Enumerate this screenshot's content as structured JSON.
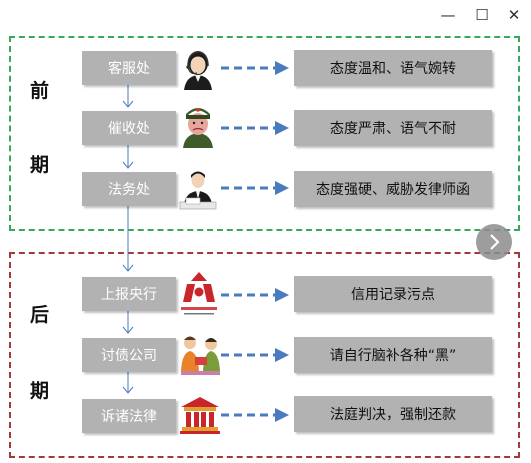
{
  "window": {
    "minimize_glyph": "—",
    "maximize_glyph": "☐",
    "close_glyph": "✕"
  },
  "phases": {
    "early": [
      "前",
      "期"
    ],
    "late": [
      "后",
      "期"
    ]
  },
  "rows": [
    {
      "stage": "客服处",
      "result": "态度温和、语气婉转",
      "icon": "customer-service-agent-icon"
    },
    {
      "stage": "催收处",
      "result": "态度严肃、语气不耐",
      "icon": "collector-icon"
    },
    {
      "stage": "法务处",
      "result": "态度强硬、威胁发律师函",
      "icon": "legal-officer-icon"
    },
    {
      "stage": "上报央行",
      "result": "信用记录污点",
      "icon": "central-bank-logo-icon"
    },
    {
      "stage": "讨债公司",
      "result": "请自行脑补各种“黑”",
      "icon": "debt-collection-icon"
    },
    {
      "stage": "诉诸法律",
      "result": "法庭判决，强制还款",
      "icon": "courthouse-icon"
    }
  ],
  "colors": {
    "early_border": "#38a85a",
    "late_border": "#a33a3a",
    "box_fill": "#b2b2b2",
    "arrow": "#4a7bbf"
  }
}
